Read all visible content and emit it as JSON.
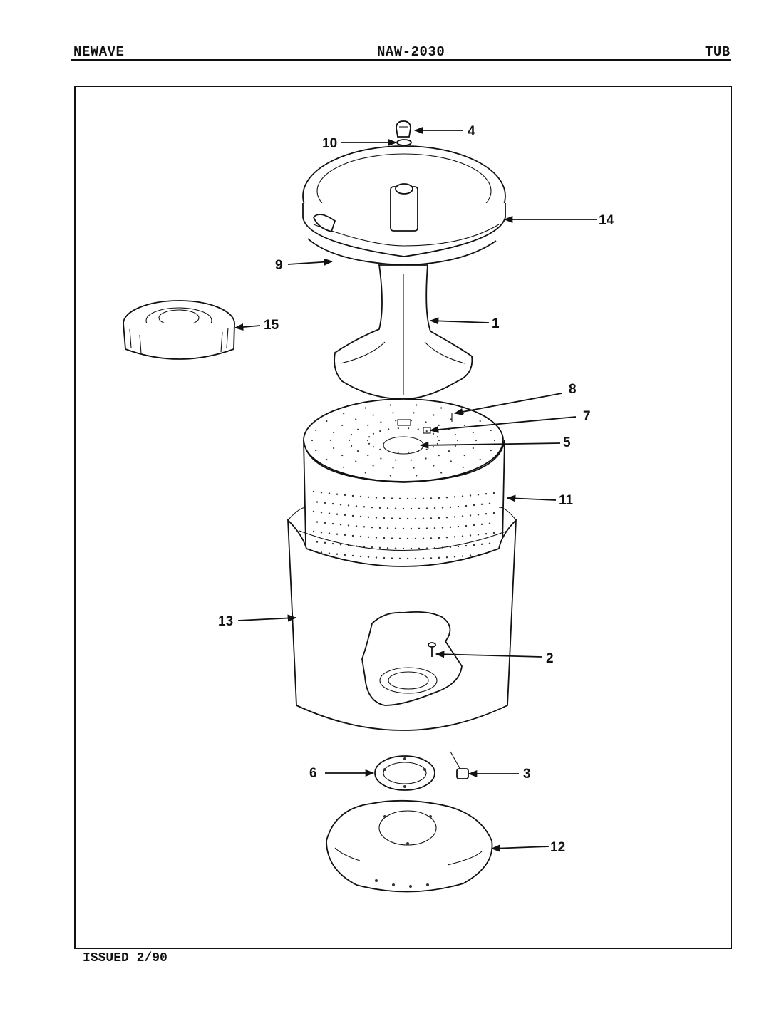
{
  "header": {
    "left": "NEWAVE",
    "center": "NAW-2030",
    "right": "TUB"
  },
  "footer": {
    "issued": "ISSUED 2/90"
  },
  "callouts": {
    "c1": "1",
    "c2": "2",
    "c3": "3",
    "c4": "4",
    "c5": "5",
    "c6": "6",
    "c7": "7",
    "c8": "8",
    "c9": "9",
    "c10": "10",
    "c11": "11",
    "c12": "12",
    "c13": "13",
    "c14": "14",
    "c15": "15"
  }
}
